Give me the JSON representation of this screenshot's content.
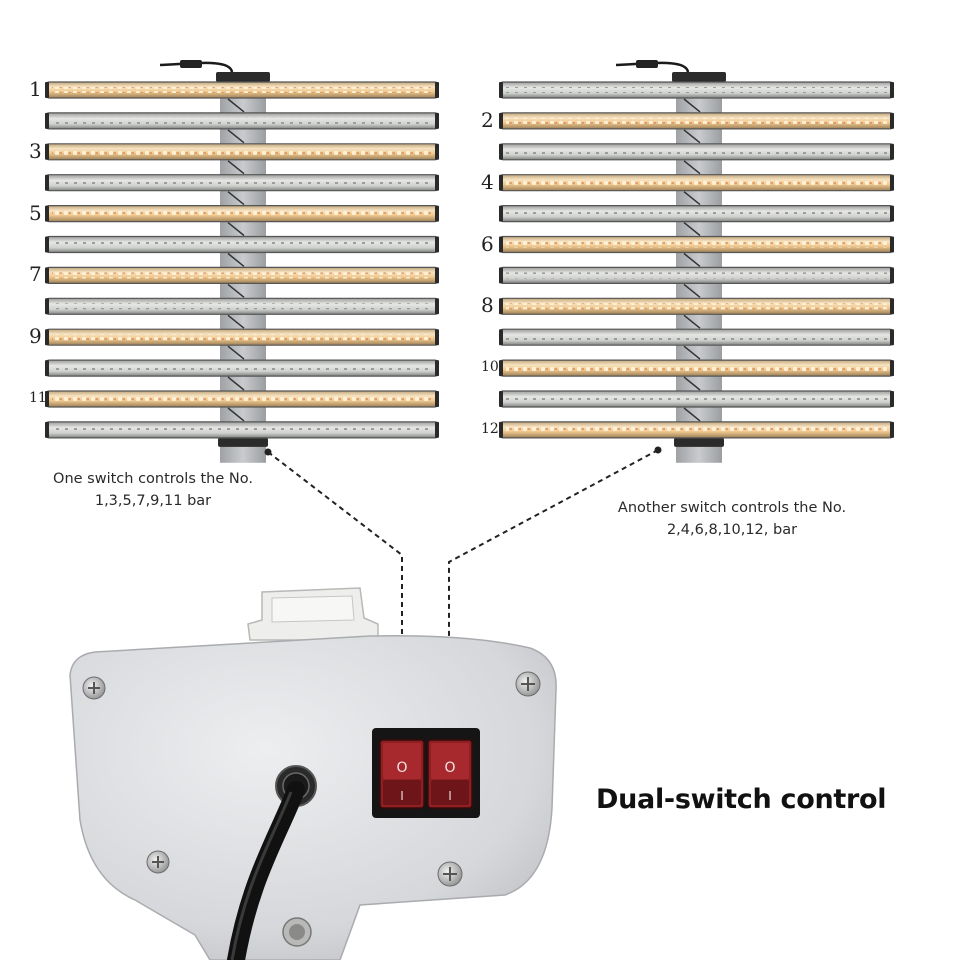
{
  "title": "Dual-switch control",
  "captions": {
    "left_line1": "One switch controls the No.",
    "left_line2": "1,3,5,7,9,11 bar",
    "right_line1": "Another switch controls the No.",
    "right_line2": "2,4,6,8,10,12, bar"
  },
  "left_fixture": {
    "bars": [
      {
        "number": "1",
        "lit": true
      },
      {
        "number": "",
        "lit": false
      },
      {
        "number": "3",
        "lit": true
      },
      {
        "number": "",
        "lit": false
      },
      {
        "number": "5",
        "lit": true
      },
      {
        "number": "",
        "lit": false
      },
      {
        "number": "7",
        "lit": true
      },
      {
        "number": "",
        "lit": false
      },
      {
        "number": "9",
        "lit": true
      },
      {
        "number": "",
        "lit": false
      },
      {
        "number": "11",
        "lit": true
      },
      {
        "number": "",
        "lit": false
      }
    ]
  },
  "right_fixture": {
    "bars": [
      {
        "number": "",
        "lit": false
      },
      {
        "number": "2",
        "lit": true
      },
      {
        "number": "",
        "lit": false
      },
      {
        "number": "4",
        "lit": true
      },
      {
        "number": "",
        "lit": false
      },
      {
        "number": "6",
        "lit": true
      },
      {
        "number": "",
        "lit": false
      },
      {
        "number": "8",
        "lit": true
      },
      {
        "number": "",
        "lit": false
      },
      {
        "number": "10",
        "lit": true
      },
      {
        "number": "",
        "lit": false
      },
      {
        "number": "12",
        "lit": true
      }
    ]
  },
  "switches": [
    {
      "on_symbol": "O",
      "off_symbol": "I"
    },
    {
      "on_symbol": "O",
      "off_symbol": "I"
    }
  ],
  "colors": {
    "lit_bar": "#f3cf9a",
    "unlit_bar": "#c9cbc8",
    "housing": "#d9dadc",
    "switch_red": "#8e1f22"
  }
}
